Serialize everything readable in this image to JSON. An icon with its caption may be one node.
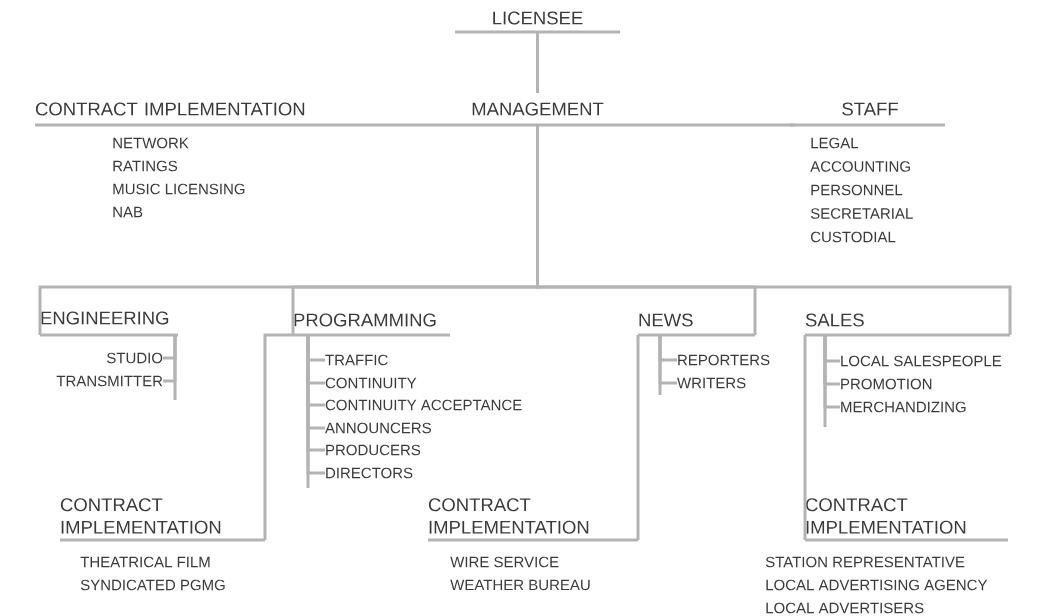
{
  "diagram": {
    "nodes": [
      {
        "text": [
          "LICENSEE"
        ]
      },
      {
        "text": [
          "MANAGEMENT"
        ]
      },
      {
        "text": [
          "CONTRACT IMPLEMENTATION",
          "NETWORK",
          "RATINGS",
          "MUSIC LICENSING",
          "NAB"
        ]
      },
      {
        "text": [
          "STAFF",
          "LEGAL",
          "ACCOUNTING",
          "PERSONNEL",
          "SECRETARIAL",
          "CUSTODIAL"
        ]
      },
      {
        "text": [
          "ENGINEERING"
        ]
      },
      {
        "text": [
          "STUDIO"
        ]
      },
      {
        "text": [
          "TRANSMITTER"
        ]
      },
      {
        "text": [
          "PROGRAMMING"
        ]
      },
      {
        "text": [
          "TRAFFIC"
        ]
      },
      {
        "text": [
          "CONTINUITY"
        ]
      },
      {
        "text": [
          "CONTINUITY ACCEPTANCE"
        ]
      },
      {
        "text": [
          "ANNOUNCERS"
        ]
      },
      {
        "text": [
          "PRODUCERS"
        ]
      },
      {
        "text": [
          "DIRECTORS"
        ]
      },
      {
        "text": [
          "NEWS"
        ]
      },
      {
        "text": [
          "REPORTERS"
        ]
      },
      {
        "text": [
          "WRITERS"
        ]
      },
      {
        "text": [
          "SALES"
        ]
      },
      {
        "text": [
          "LOCAL SALESPEOPLE"
        ]
      },
      {
        "text": [
          "PROMOTION"
        ]
      },
      {
        "text": [
          "MERCHANDIZING"
        ]
      },
      {
        "text": [
          "CONTRACT IMPLEMENTATION",
          "THEATRICAL FILM",
          "SYNDICATED PGMG"
        ]
      },
      {
        "text": [
          "CONTRACT IMPLEMENTATION",
          "WIRE SERVICE",
          "WEATHER BUREAU"
        ]
      },
      {
        "text": [
          "CONTRACT IMPLEMENTATION",
          "STATION REPRESENTATIVE",
          "LOCAL ADVERTISING AGENCY",
          "LOCAL ADVERTISERS"
        ]
      }
    ],
    "edges": [
      {
        "from": 0,
        "to": 1,
        "arrow": "none"
      },
      {
        "from": 1,
        "to": 2,
        "arrow": "none"
      },
      {
        "from": 1,
        "to": 3,
        "arrow": "none"
      },
      {
        "from": 1,
        "to": 4,
        "arrow": "none"
      },
      {
        "from": 1,
        "to": 7,
        "arrow": "none"
      },
      {
        "from": 1,
        "to": 14,
        "arrow": "none"
      },
      {
        "from": 1,
        "to": 17,
        "arrow": "none"
      },
      {
        "from": 4,
        "to": 5,
        "arrow": "none"
      },
      {
        "from": 4,
        "to": 6,
        "arrow": "none"
      },
      {
        "from": 7,
        "to": 8,
        "arrow": "none"
      },
      {
        "from": 7,
        "to": 9,
        "arrow": "none"
      },
      {
        "from": 7,
        "to": 10,
        "arrow": "none"
      },
      {
        "from": 7,
        "to": 11,
        "arrow": "none"
      },
      {
        "from": 7,
        "to": 12,
        "arrow": "none"
      },
      {
        "from": 7,
        "to": 13,
        "arrow": "none"
      },
      {
        "from": 14,
        "to": 15,
        "arrow": "none"
      },
      {
        "from": 14,
        "to": 16,
        "arrow": "none"
      },
      {
        "from": 17,
        "to": 18,
        "arrow": "none"
      },
      {
        "from": 17,
        "to": 19,
        "arrow": "none"
      },
      {
        "from": 17,
        "to": 20,
        "arrow": "none"
      },
      {
        "from": 7,
        "to": 21,
        "arrow": "none"
      },
      {
        "from": 14,
        "to": 22,
        "arrow": "none"
      },
      {
        "from": 17,
        "to": 23,
        "arrow": "none"
      }
    ]
  }
}
